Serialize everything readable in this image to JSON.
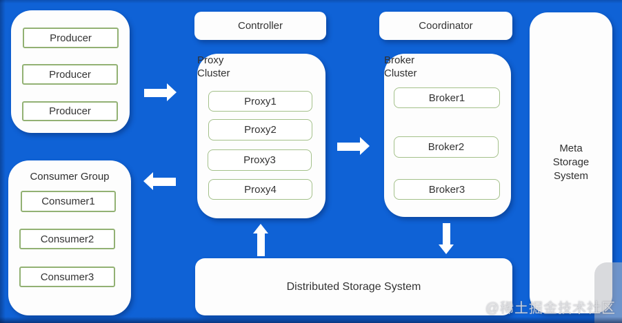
{
  "colors": {
    "background": "#0f62d6",
    "panel": "#fdfdfd",
    "node_border_green": "#92b173",
    "arrow": "#ffffff",
    "text": "#2f2f2f"
  },
  "producer_group": {
    "items": [
      "Producer",
      "Producer",
      "Producer"
    ]
  },
  "consumer_group": {
    "title": "Consumer Group",
    "items": [
      "Consumer1",
      "Consumer2",
      "Consumer3"
    ]
  },
  "controller": {
    "label": "Controller"
  },
  "coordinator": {
    "label": "Coordinator"
  },
  "proxy_cluster": {
    "title_lines": [
      "Proxy",
      "Cluster"
    ],
    "items": [
      "Proxy1",
      "Proxy2",
      "Proxy3",
      "Proxy4"
    ]
  },
  "broker_cluster": {
    "title_lines": [
      "Broker",
      "Cluster"
    ],
    "items": [
      "Broker1",
      "Broker2",
      "Broker3"
    ]
  },
  "meta_storage": {
    "title_lines": [
      "Meta",
      "Storage",
      "System"
    ]
  },
  "distributed_storage": {
    "label": "Distributed Storage System"
  },
  "watermark": {
    "text": "@稀土掘金技术社区"
  }
}
